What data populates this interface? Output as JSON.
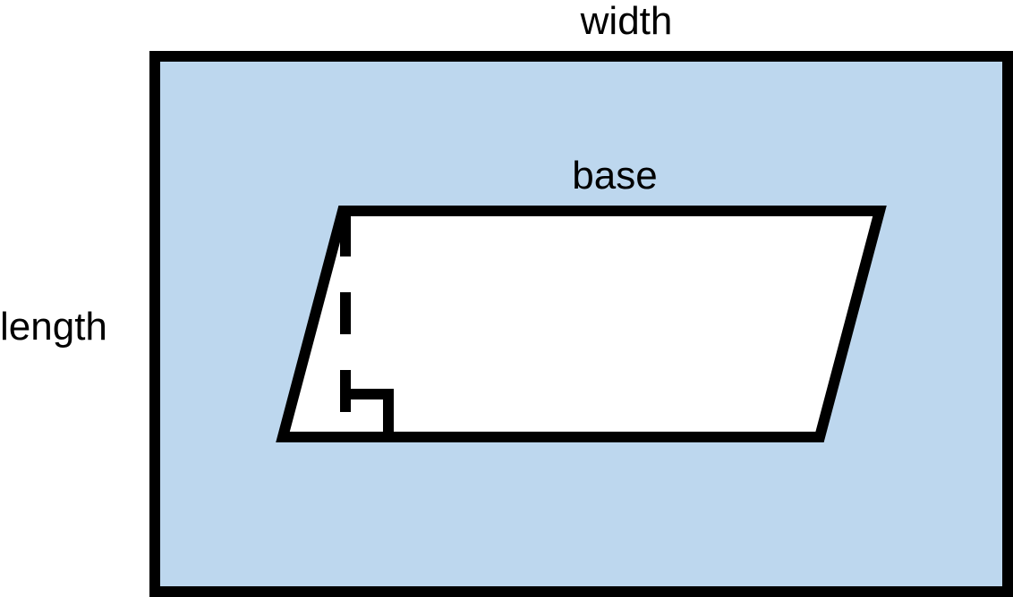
{
  "labels": {
    "width": "width",
    "base": "base",
    "length": "length"
  },
  "colors": {
    "rectangle_fill": "#BDD7EE",
    "parallelogram_fill": "#FFFFFF",
    "stroke": "#000000"
  }
}
